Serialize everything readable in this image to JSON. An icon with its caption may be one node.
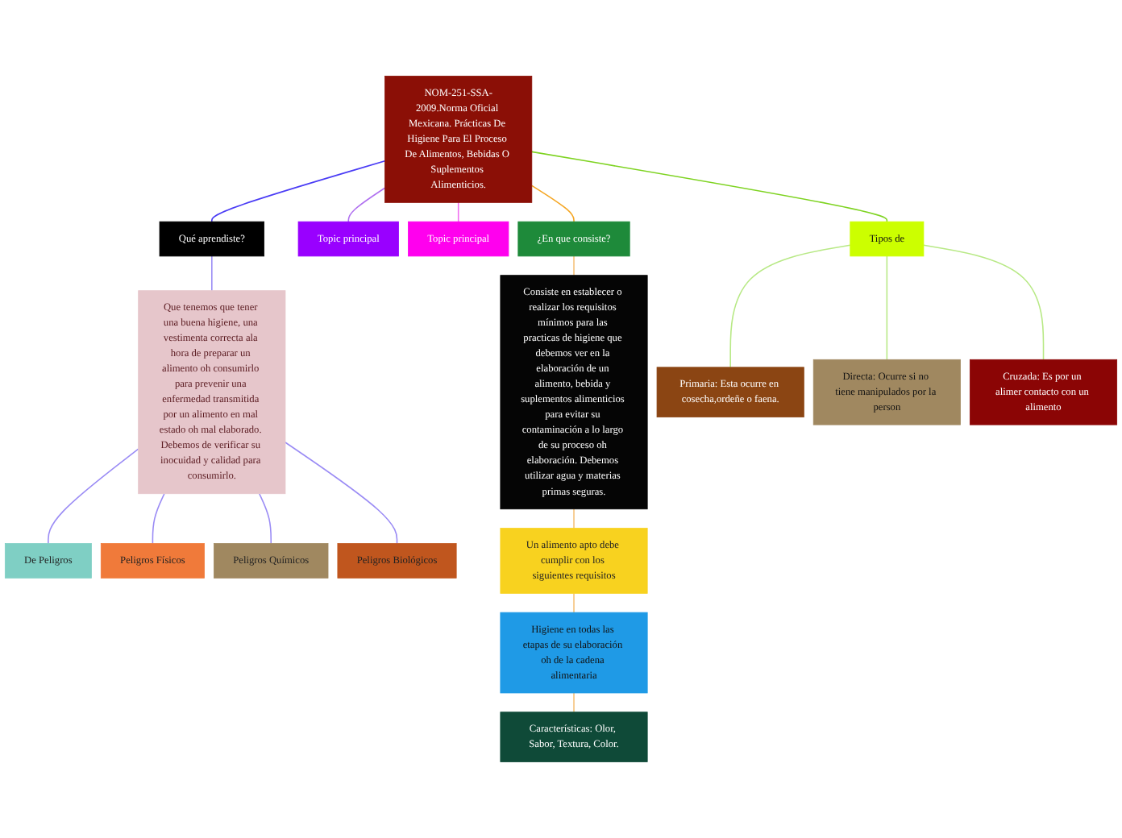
{
  "diagram": {
    "nodes": [
      {
        "text": [
          "NOM-251-SSA-2009.Norma Oficial Mexicana. Prácticas De Higiene Para El Proceso De Alimentos, Bebidas O Suplementos Alimenticios."
        ]
      },
      {
        "text": [
          "Qué aprendiste?"
        ]
      },
      {
        "text": [
          "Que tenemos que tener una buena higiene, una vestimenta correcta ala hora de preparar un alimento oh consumirlo para prevenir una enfermedad transmitida por un alimento en mal estado oh mal elaborado. Debemos de verificar su inocuidad y calidad para consumirlo."
        ]
      },
      {
        "text": [
          "De Peligros"
        ]
      },
      {
        "text": [
          "Peligros Físicos"
        ]
      },
      {
        "text": [
          "Peligros Químicos"
        ]
      },
      {
        "text": [
          "Peligros Biológicos"
        ]
      },
      {
        "text": [
          "Topic principal"
        ]
      },
      {
        "text": [
          "Topic principal"
        ]
      },
      {
        "text": [
          "¿En que consiste?"
        ]
      },
      {
        "text": [
          "Consiste en establecer o realizar los requisitos mínimos para las practicas de higiene que debemos ver en la elaboración de un alimento, bebida y suplementos alimenticios para evitar su contaminación a lo largo de su proceso oh elaboración. Debemos utilizar agua y materias primas seguras."
        ]
      },
      {
        "text": [
          "Un alimento apto debe cumplir con los siguientes requisitos"
        ]
      },
      {
        "text": [
          "Higiene en todas las etapas de su elaboración oh de la cadena alimentaria"
        ]
      },
      {
        "text": [
          "Características: Olor, Sabor, Textura, Color."
        ]
      },
      {
        "text": [
          "Tipos de"
        ]
      },
      {
        "text": [
          "Primaria: Esta ocurre en cosecha,ordeñe o faena."
        ]
      },
      {
        "text": [
          "Directa: Ocurre si no tiene manipulados por la person"
        ]
      },
      {
        "text": [
          "Cruzada: Es por un alimer contacto con un alimento"
        ]
      }
    ],
    "edges": [
      {
        "from": 0,
        "to": 1,
        "arrow": "none",
        "color": "#4a3cf5"
      },
      {
        "from": 1,
        "to": 2,
        "arrow": "none",
        "color": "#9b8cf5"
      },
      {
        "from": 2,
        "to": 3,
        "arrow": "none",
        "color": "#9b8cf5"
      },
      {
        "from": 2,
        "to": 4,
        "arrow": "none",
        "color": "#9b8cf5"
      },
      {
        "from": 2,
        "to": 5,
        "arrow": "none",
        "color": "#9b8cf5"
      },
      {
        "from": 2,
        "to": 6,
        "arrow": "none",
        "color": "#9b8cf5"
      },
      {
        "from": 0,
        "to": 7,
        "arrow": "none",
        "color": "#b070f0"
      },
      {
        "from": 0,
        "to": 8,
        "arrow": "none",
        "color": "#f070f0"
      },
      {
        "from": 0,
        "to": 9,
        "arrow": "none",
        "color": "#f5a623"
      },
      {
        "from": 9,
        "to": 10,
        "arrow": "none",
        "color": "#f5c27a"
      },
      {
        "from": 10,
        "to": 11,
        "arrow": "none",
        "color": "#f5c27a"
      },
      {
        "from": 11,
        "to": 12,
        "arrow": "none",
        "color": "#f5c27a"
      },
      {
        "from": 12,
        "to": 13,
        "arrow": "none",
        "color": "#f5c27a"
      },
      {
        "from": 0,
        "to": 14,
        "arrow": "none",
        "color": "#7ed321"
      },
      {
        "from": 14,
        "to": 15,
        "arrow": "none",
        "color": "#b8e986"
      },
      {
        "from": 14,
        "to": 16,
        "arrow": "none",
        "color": "#b8e986"
      },
      {
        "from": 14,
        "to": 17,
        "arrow": "none",
        "color": "#b8e986"
      }
    ]
  }
}
